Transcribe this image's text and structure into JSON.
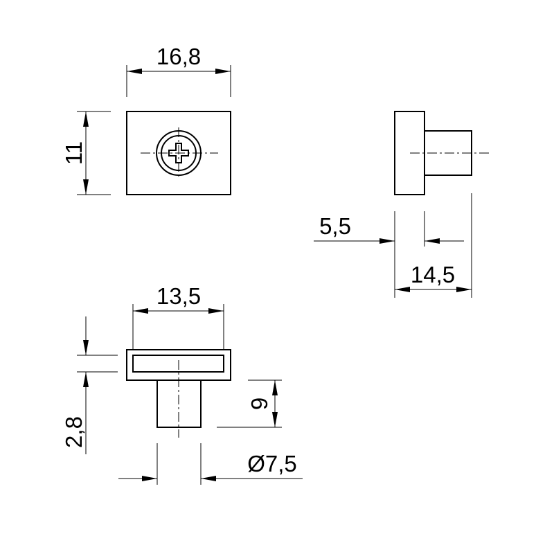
{
  "dimensions": {
    "top_width": "16,8",
    "top_height": "11",
    "side_flange": "5,5",
    "side_total": "14,5",
    "front_width": "13,5",
    "front_flange_thickness": "2,8",
    "front_pin_length": "9",
    "front_pin_diameter": "Ø7,5"
  }
}
